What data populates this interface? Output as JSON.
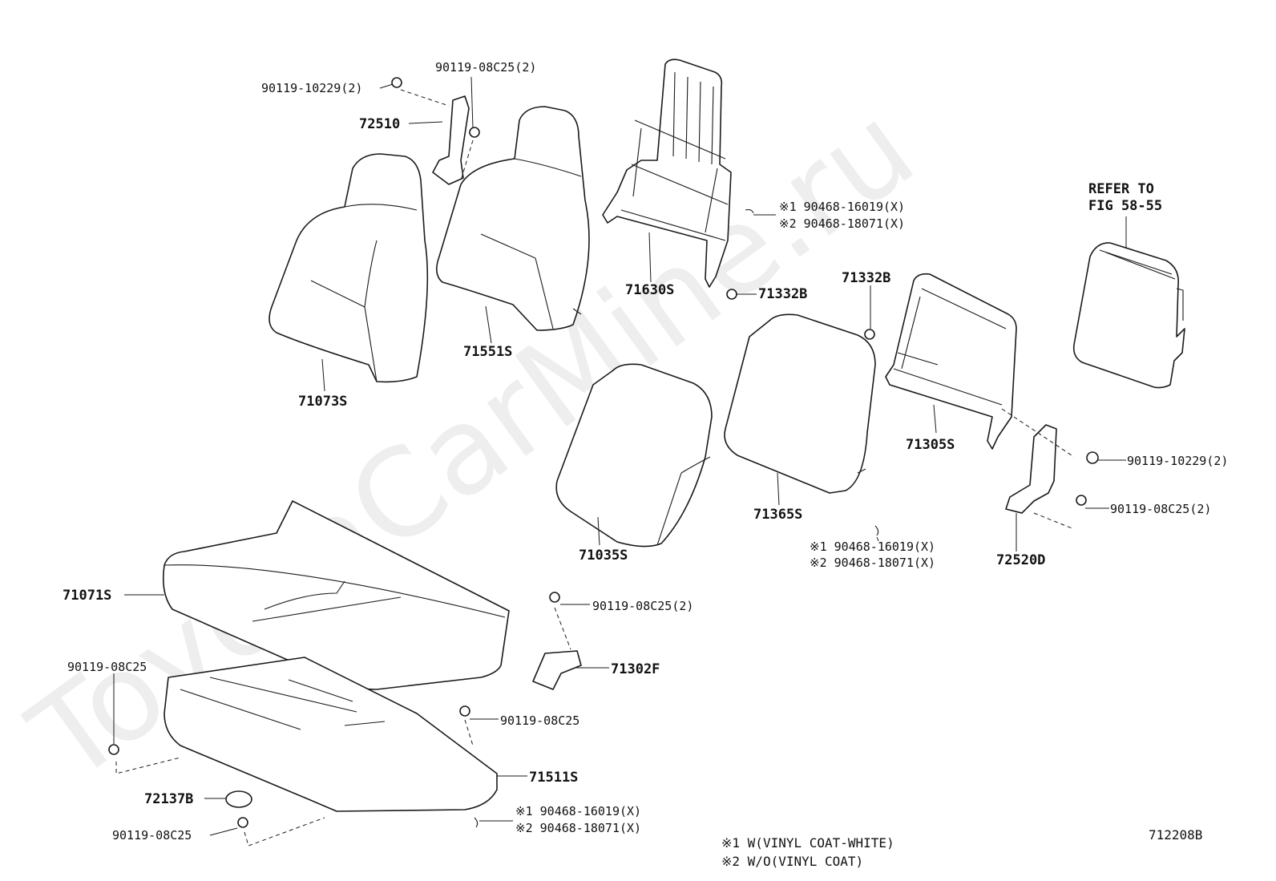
{
  "watermark": "ToyotaCarMine.ru",
  "parts": {
    "p1": "90119-10229(2)",
    "p2": "90119-08C25(2)",
    "p3": "72510",
    "p4": "71073S",
    "p5": "71551S",
    "p6": "71630S",
    "p7": "※1 90468-16019(X)",
    "p8": "※2 90468-18071(X)",
    "p9": "71332B",
    "p10": "71332B",
    "p11": "REFER TO",
    "p12": "FIG 58-55",
    "p13": "71305S",
    "p14": "90119-10229(2)",
    "p15": "90119-08C25(2)",
    "p16": "72520D",
    "p17": "71365S",
    "p18": "※1 90468-16019(X)",
    "p19": "※2 90468-18071(X)",
    "p20": "71035S",
    "p21": "71071S",
    "p22": "90119-08C25(2)",
    "p23": "71302F",
    "p24": "90119-08C25",
    "p25": "90119-08C25",
    "p26": "71511S",
    "p27": "72137B",
    "p28": "90119-08C25",
    "p29": "※1 90468-16019(X)",
    "p30": "※2 90468-18071(X)"
  },
  "notes": {
    "n1": "※1 W(VINYL COAT-WHITE)",
    "n2": "※2 W/O(VINYL COAT)",
    "ref": "712208B"
  }
}
